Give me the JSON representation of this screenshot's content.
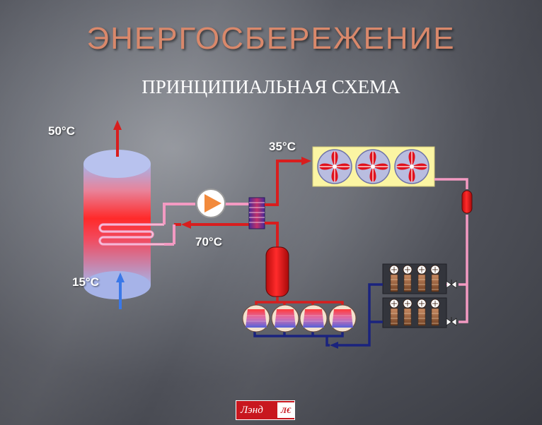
{
  "slide": {
    "title": "ЭНЕРГОСБЕРЕЖЕНИЕ",
    "subtitle": "ПРИНЦИПИАЛЬНАЯ СХЕМА"
  },
  "diagram": {
    "labels": {
      "hot_out": "50°C",
      "cold_in": "15°C",
      "after_exchanger": "35°C",
      "exchanger_return": "70°C"
    },
    "colors": {
      "hot_line": "#d81e1e",
      "warm_line": "#f39ac2",
      "cold_line": "#1a237e",
      "inlet_arrow": "#3a78e8",
      "tank_hot": "#ff2a2a",
      "tank_cold": "#a6b3e8",
      "condenser_panel": "#fbf5a3"
    },
    "icons": {
      "fans": [
        "fan-icon",
        "fan-icon",
        "fan-icon"
      ],
      "compressors": [
        "compressor-icon",
        "compressor-icon",
        "compressor-icon",
        "compressor-icon"
      ],
      "evaporator_units": [
        "evaporator-icon",
        "evaporator-icon"
      ]
    }
  },
  "logo": {
    "text": "Лэнд",
    "mark": "Л€"
  }
}
